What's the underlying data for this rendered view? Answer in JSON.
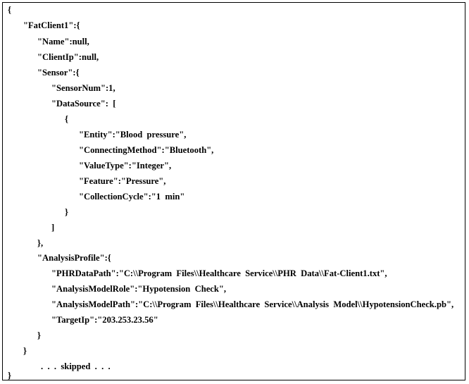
{
  "lines": [
    {
      "text": "{"
    },
    {
      "text": "\"FatClient1\":{"
    },
    {
      "text": "\"Name\":null,"
    },
    {
      "text": "\"ClientIp\":null,"
    },
    {
      "text": "\"Sensor\":{"
    },
    {
      "text": "\"SensorNum\":1,"
    },
    {
      "text": "\"DataSource\":  ["
    },
    {
      "text": "{"
    },
    {
      "text": "\"Entity\":\"Blood  pressure\","
    },
    {
      "text": "\"ConnectingMethod\":\"Bluetooth\","
    },
    {
      "text": "\"ValueType\":\"Integer\","
    },
    {
      "text": "\"Feature\":\"Pressure\","
    },
    {
      "text": "\"CollectionCycle\":\"1  min\""
    },
    {
      "text": "}"
    },
    {
      "text": "]"
    },
    {
      "text": "},"
    },
    {
      "text": "\"AnalysisProfile\":{"
    },
    {
      "text": "\"PHRDataPath\":\"C:\\\\Program  Files\\\\Healthcare  Service\\\\PHR  Data\\\\Fat-Client1.txt\","
    },
    {
      "text": "\"AnalysisModelRole\":\"Hypotension  Check\","
    },
    {
      "text": "\"AnalysisModelPath\":\"C:\\\\Program  Files\\\\Healthcare  Service\\\\Analysis  Model\\\\HypotensionCheck.pb\","
    },
    {
      "text": "\"TargetIp\":\"203.253.23.56\""
    },
    {
      "text": "}"
    },
    {
      "text": "}"
    },
    {
      "text": ".  .  .  skipped  .  .  ."
    },
    {
      "text": "}"
    }
  ]
}
